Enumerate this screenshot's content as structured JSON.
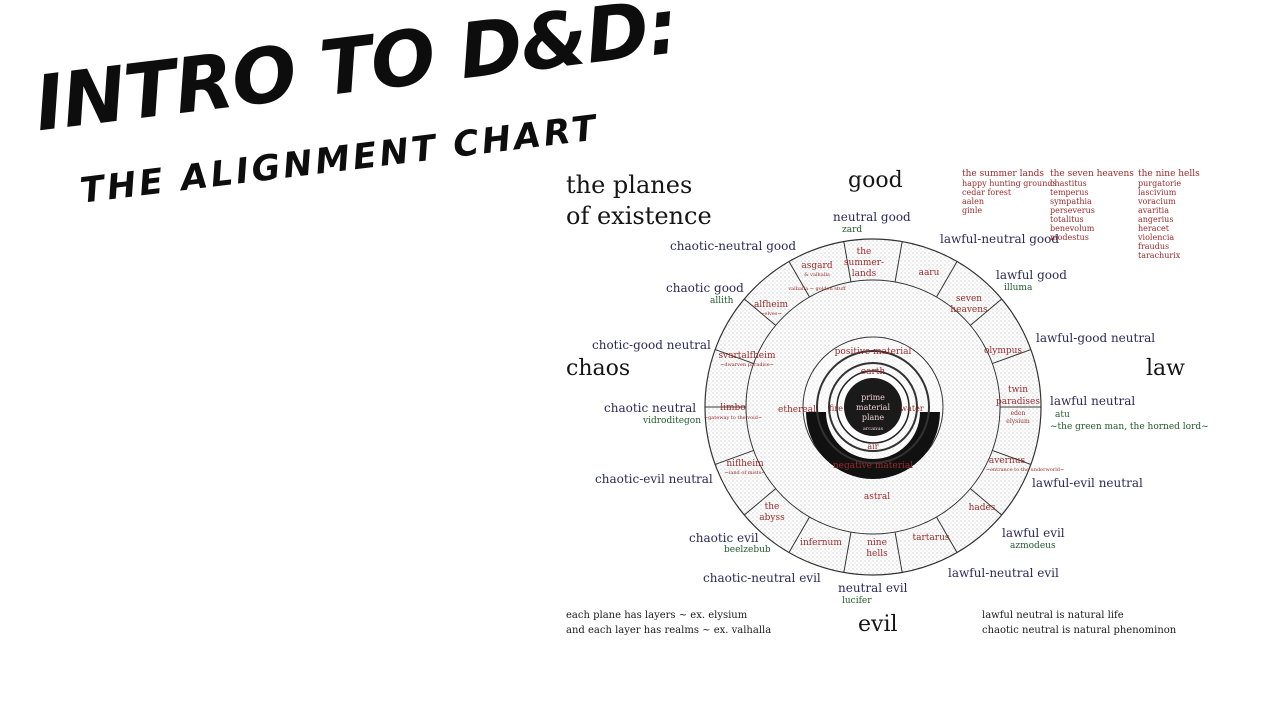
{
  "title": {
    "line1": "INTRO TO D&D:",
    "line2": "THE ALIGNMENT CHART"
  },
  "chart": {
    "heading_line1": "the planes",
    "heading_line2": "of existence",
    "axes": {
      "good": "good",
      "evil": "evil",
      "chaos": "chaos",
      "law": "law"
    },
    "alignments": {
      "neutral_good": "neutral good",
      "neutral_good_god": "zard",
      "chaotic_neutral_good": "chaotic-neutral good",
      "lawful_neutral_good": "lawful-neutral good",
      "chaotic_good": "chaotic good",
      "chaotic_good_god": "allith",
      "lawful_good": "lawful good",
      "lawful_good_god": "illuma",
      "chaotic_good_neutral": "chotic-good neutral",
      "lawful_good_neutral": "lawful-good neutral",
      "chaotic_neutral": "chaotic neutral",
      "chaotic_neutral_god": "vidroditegon",
      "lawful_neutral": "lawful neutral",
      "lawful_neutral_god1": "atu",
      "lawful_neutral_god2": "~the green man, the horned lord~",
      "chaotic_evil_neutral": "chaotic-evil neutral",
      "lawful_evil_neutral": "lawful-evil neutral",
      "chaotic_evil": "chaotic evil",
      "chaotic_evil_god": "beelzebub",
      "lawful_evil": "lawful evil",
      "lawful_evil_god": "azmodeus",
      "chaotic_neutral_evil": "chaotic-neutral evil",
      "lawful_neutral_evil": "lawful-neutral evil",
      "neutral_evil": "neutral evil",
      "neutral_evil_god": "lucifer"
    },
    "outer_planes": {
      "summer_lands_1": "the",
      "summer_lands_2": "summer-",
      "summer_lands_3": "lands",
      "aaru": "aaru",
      "seven_heavens_1": "seven",
      "seven_heavens_2": "heavens",
      "olympus": "olympus",
      "twin_paradises_1": "twin",
      "twin_paradises_2": "paradises",
      "twin_paradises_sub1": "eden",
      "twin_paradises_sub2": "elysium",
      "avernus": "avernus",
      "avernus_sub": "~entrance to the underworld~",
      "hades": "hades",
      "tartarus": "tartarus",
      "nine_hells_1": "nine",
      "nine_hells_2": "hells",
      "infernum": "infernum",
      "abyss_1": "the",
      "abyss_2": "abyss",
      "niflheim": "niflheim",
      "niflheim_sub": "~land of mists~",
      "limbo": "limbo",
      "limbo_sub": "~gateway to the void~",
      "svartalfheim": "svartalfheim",
      "svartalfheim_sub": "~dwarven paradise~",
      "alfheim": "alfheim",
      "alfheim_sub": "~elves~",
      "asgard": "asgard",
      "asgard_sub1": "& valhalla",
      "asgard_sub2": "valhalla ~ golden stuff"
    },
    "inner_planes": {
      "positive": "positive material",
      "negative": "negative material",
      "astral": "astral",
      "ethereal": "ethereal",
      "fire": "fire",
      "water": "water",
      "earth": "earth",
      "air": "air",
      "prime_1": "prime",
      "prime_2": "material",
      "prime_3": "plane",
      "arcanus": "arcanus"
    },
    "lists": {
      "summer_lands": {
        "title": "the summer lands",
        "items": [
          "happy hunting grounds",
          "cedar forest",
          "aalen",
          "ginle"
        ]
      },
      "seven_heavens": {
        "title": "the seven heavens",
        "items": [
          "chastitus",
          "temperus",
          "sympathia",
          "perseverus",
          "totalitus",
          "benevolum",
          "modestus"
        ]
      },
      "nine_hells": {
        "title": "the nine hells",
        "items": [
          "purgatorie",
          "lascivium",
          "voracium",
          "avaritia",
          "angerius",
          "heracet",
          "violencia",
          "fraudus",
          "tarachurix"
        ]
      }
    },
    "notes": {
      "left1": "each plane has layers ~ ex. elysium",
      "left2": "and each layer has realms ~ ex. valhalla",
      "right1": "lawful neutral is natural life",
      "right2": "chaotic neutral  is natural phenominon"
    },
    "colors": {
      "label_navy": "#2a2a5a",
      "god_green": "#1f5a2a",
      "plane_red": "#9a2a2a",
      "ring": "#333333"
    }
  }
}
